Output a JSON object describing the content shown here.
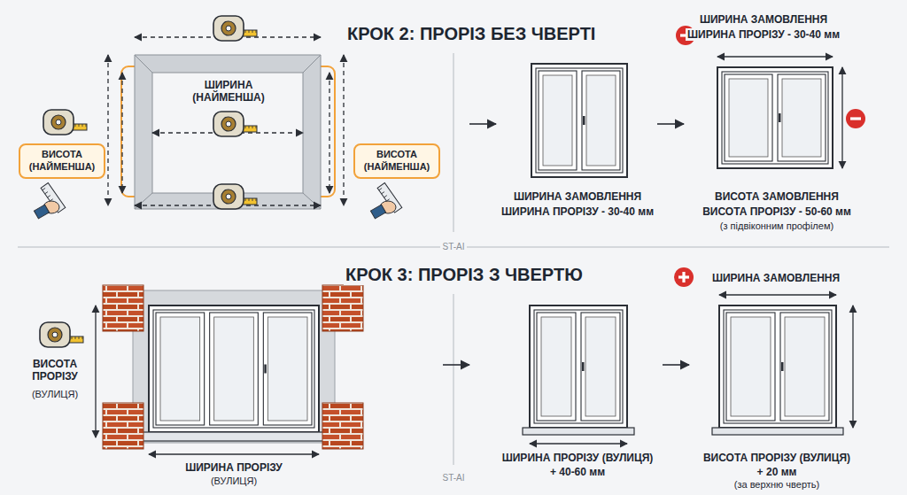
{
  "diagram": {
    "nodes": [
      {
        "text": [
          "ВИСОТА (НАЙМЕНША)"
        ]
      },
      {
        "text": [
          "ВИСОТА (НАЙМЕНША)"
        ]
      }
    ],
    "labels": [
      "КРОК 2: ПРОРІЗ БЕЗ ЧВЕРТІ",
      "ШИРИНА ЗАМОВЛЕННЯ",
      "ШИРИНА ПРОРІЗУ - 30-40 мм",
      "ШИРИНА (НАЙМЕНША)",
      "ШИРИНА ЗАМОВЛЕННЯ",
      "ШИРИНА ПРОРІЗУ - 30-40 мм",
      "ВИСОТА ЗАМОВЛЕННЯ",
      "ВИСОТА ПРОРІЗУ - 50-60 мм",
      "(з підвіконним профілем)",
      "ST-AI",
      "КРОК 3: ПРОРІЗ З ЧВЕРТЮ",
      "ШИРИНА ЗАМОВЛЕННЯ",
      "ВИСОТА ПРОРІЗУ",
      "(ВУЛИЦЯ)",
      "ШИРИНА ПРОРІЗУ",
      "(ВУЛИЦЯ)",
      "ШИРИНА ПРОРІЗУ (ВУЛИЦЯ)",
      "+ 40-60 мм",
      "ВИСОТА ПРОРІЗУ (ВУЛИЦЯ)",
      "+ 20 мм",
      "(за верхню чверть)",
      "ST-AI"
    ]
  }
}
